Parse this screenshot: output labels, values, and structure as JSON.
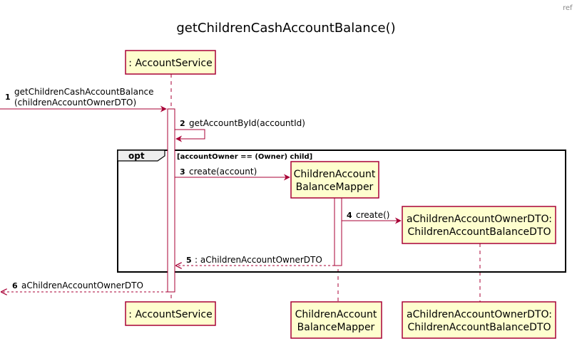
{
  "corner_label": "ref",
  "title": "getChildrenCashAccountBalance()",
  "participants": {
    "account_service": ": AccountService",
    "mapper": [
      "ChildrenAccount",
      "BalanceMapper"
    ],
    "dto": [
      "aChildrenAccountOwnerDTO:",
      "ChildrenAccountBalanceDTO"
    ]
  },
  "fragment": {
    "keyword": "opt",
    "guard": "[accountOwner == (Owner) child]"
  },
  "messages": [
    {
      "num": "1",
      "lines": [
        "getChildrenCashAccountBalance",
        "(childrenAccountOwnerDTO)"
      ]
    },
    {
      "num": "2",
      "lines": [
        "getAccountById(accountId)"
      ]
    },
    {
      "num": "3",
      "lines": [
        "create(account)"
      ]
    },
    {
      "num": "4",
      "lines": [
        "create()"
      ]
    },
    {
      "num": "5",
      "lines": [
        ": aChildrenAccountOwnerDTO"
      ]
    },
    {
      "num": "6",
      "lines": [
        "aChildrenAccountOwnerDTO"
      ]
    }
  ],
  "colors": {
    "participant_fill": "#FEFECE",
    "participant_border": "#A80036",
    "arrow": "#A80036",
    "fragment_border": "#000000",
    "fragment_tab": "#EEEEEE"
  }
}
